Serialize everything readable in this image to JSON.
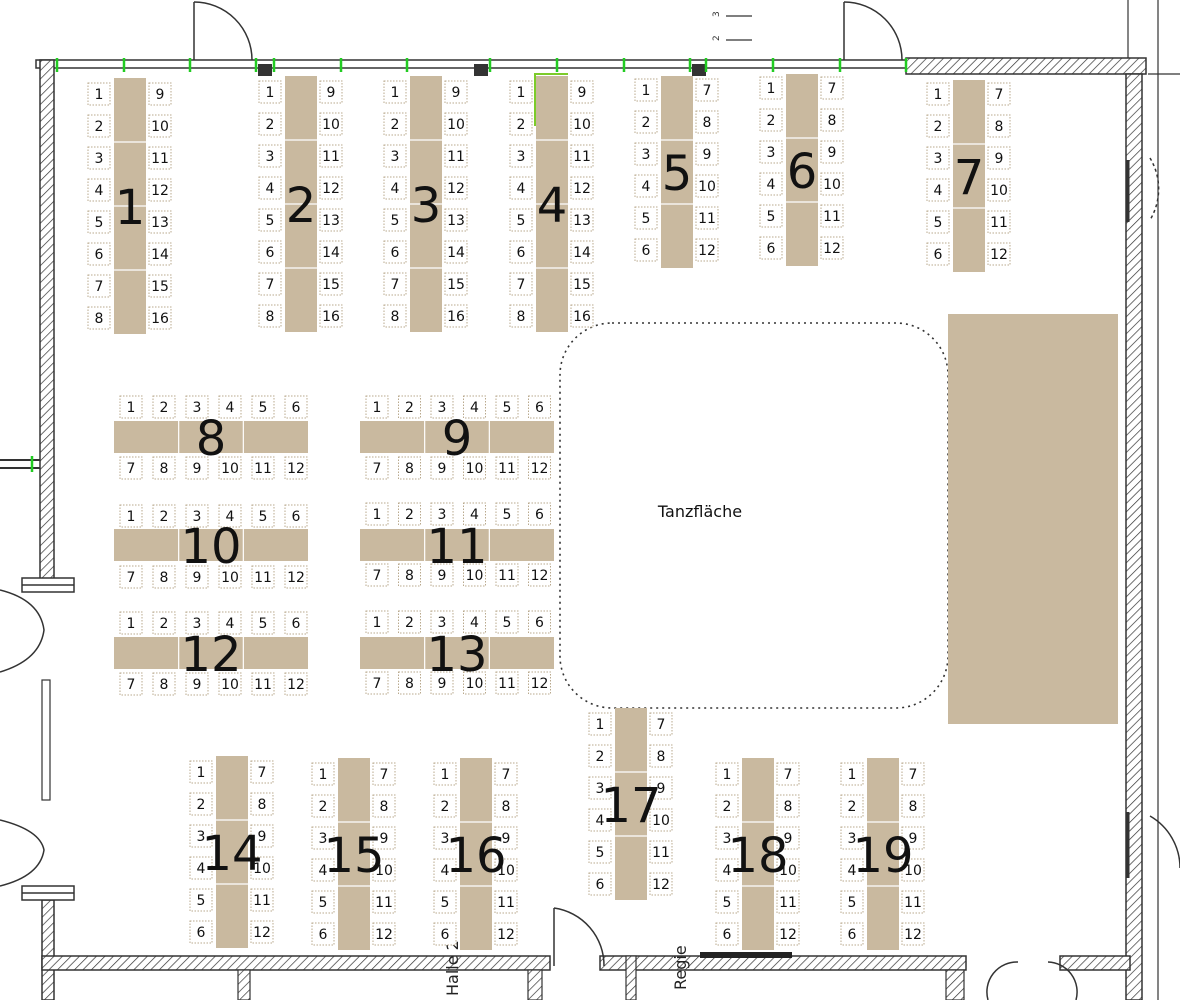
{
  "colors": {
    "table": "#C9B99F",
    "wall": "#333333",
    "seat_border": "#B8A88C",
    "door_green": "#22CC22"
  },
  "dance_floor": {
    "label": "Tanzfläche"
  },
  "stage": {
    "label": ""
  },
  "room_labels": {
    "hall_2": "Halle 2",
    "regie": "Regie",
    "top_marks": [
      "3",
      "2"
    ]
  },
  "tables": [
    {
      "number": "1",
      "orientation": "vertical",
      "seats_left": [
        "1",
        "2",
        "3",
        "4",
        "5",
        "6",
        "7",
        "8"
      ],
      "seats_right": [
        "9",
        "10",
        "11",
        "12",
        "13",
        "14",
        "15",
        "16"
      ]
    },
    {
      "number": "2",
      "orientation": "vertical",
      "seats_left": [
        "1",
        "2",
        "3",
        "4",
        "5",
        "6",
        "7",
        "8"
      ],
      "seats_right": [
        "9",
        "10",
        "11",
        "12",
        "13",
        "14",
        "15",
        "16"
      ]
    },
    {
      "number": "3",
      "orientation": "vertical",
      "seats_left": [
        "1",
        "2",
        "3",
        "4",
        "5",
        "6",
        "7",
        "8"
      ],
      "seats_right": [
        "9",
        "10",
        "11",
        "12",
        "13",
        "14",
        "15",
        "16"
      ]
    },
    {
      "number": "4",
      "orientation": "vertical",
      "seats_left": [
        "1",
        "2",
        "3",
        "4",
        "5",
        "6",
        "7",
        "8"
      ],
      "seats_right": [
        "9",
        "10",
        "11",
        "12",
        "13",
        "14",
        "15",
        "16"
      ]
    },
    {
      "number": "5",
      "orientation": "vertical",
      "seats_left": [
        "1",
        "2",
        "3",
        "4",
        "5",
        "6"
      ],
      "seats_right": [
        "7",
        "8",
        "9",
        "10",
        "11",
        "12"
      ]
    },
    {
      "number": "6",
      "orientation": "vertical",
      "seats_left": [
        "1",
        "2",
        "3",
        "4",
        "5",
        "6"
      ],
      "seats_right": [
        "7",
        "8",
        "9",
        "10",
        "11",
        "12"
      ]
    },
    {
      "number": "7",
      "orientation": "vertical",
      "seats_left": [
        "1",
        "2",
        "3",
        "4",
        "5",
        "6"
      ],
      "seats_right": [
        "7",
        "8",
        "9",
        "10",
        "11",
        "12"
      ]
    },
    {
      "number": "8",
      "orientation": "horizontal",
      "seats_top": [
        "1",
        "2",
        "3",
        "4",
        "5",
        "6"
      ],
      "seats_bottom": [
        "7",
        "8",
        "9",
        "10",
        "11",
        "12"
      ]
    },
    {
      "number": "9",
      "orientation": "horizontal",
      "seats_top": [
        "1",
        "2",
        "3",
        "4",
        "5",
        "6"
      ],
      "seats_bottom": [
        "7",
        "8",
        "9",
        "10",
        "11",
        "12"
      ]
    },
    {
      "number": "10",
      "orientation": "horizontal",
      "seats_top": [
        "1",
        "2",
        "3",
        "4",
        "5",
        "6"
      ],
      "seats_bottom": [
        "7",
        "8",
        "9",
        "10",
        "11",
        "12"
      ]
    },
    {
      "number": "11",
      "orientation": "horizontal",
      "seats_top": [
        "1",
        "2",
        "3",
        "4",
        "5",
        "6"
      ],
      "seats_bottom": [
        "7",
        "8",
        "9",
        "10",
        "11",
        "12"
      ]
    },
    {
      "number": "12",
      "orientation": "horizontal",
      "seats_top": [
        "1",
        "2",
        "3",
        "4",
        "5",
        "6"
      ],
      "seats_bottom": [
        "7",
        "8",
        "9",
        "10",
        "11",
        "12"
      ]
    },
    {
      "number": "13",
      "orientation": "horizontal",
      "seats_top": [
        "1",
        "2",
        "3",
        "4",
        "5",
        "6"
      ],
      "seats_bottom": [
        "7",
        "8",
        "9",
        "10",
        "11",
        "12"
      ]
    },
    {
      "number": "14",
      "orientation": "vertical",
      "seats_left": [
        "1",
        "2",
        "3",
        "4",
        "5",
        "6"
      ],
      "seats_right": [
        "7",
        "8",
        "9",
        "10",
        "11",
        "12"
      ]
    },
    {
      "number": "15",
      "orientation": "vertical",
      "seats_left": [
        "1",
        "2",
        "3",
        "4",
        "5",
        "6"
      ],
      "seats_right": [
        "7",
        "8",
        "9",
        "10",
        "11",
        "12"
      ]
    },
    {
      "number": "16",
      "orientation": "vertical",
      "seats_left": [
        "1",
        "2",
        "3",
        "4",
        "5",
        "6"
      ],
      "seats_right": [
        "7",
        "8",
        "9",
        "10",
        "11",
        "12"
      ]
    },
    {
      "number": "17",
      "orientation": "vertical",
      "seats_left": [
        "1",
        "2",
        "3",
        "4",
        "5",
        "6"
      ],
      "seats_right": [
        "7",
        "8",
        "9",
        "10",
        "11",
        "12"
      ]
    },
    {
      "number": "18",
      "orientation": "vertical",
      "seats_left": [
        "1",
        "2",
        "3",
        "4",
        "5",
        "6"
      ],
      "seats_right": [
        "7",
        "8",
        "9",
        "10",
        "11",
        "12"
      ]
    },
    {
      "number": "19",
      "orientation": "vertical",
      "seats_left": [
        "1",
        "2",
        "3",
        "4",
        "5",
        "6"
      ],
      "seats_right": [
        "7",
        "8",
        "9",
        "10",
        "11",
        "12"
      ]
    }
  ]
}
